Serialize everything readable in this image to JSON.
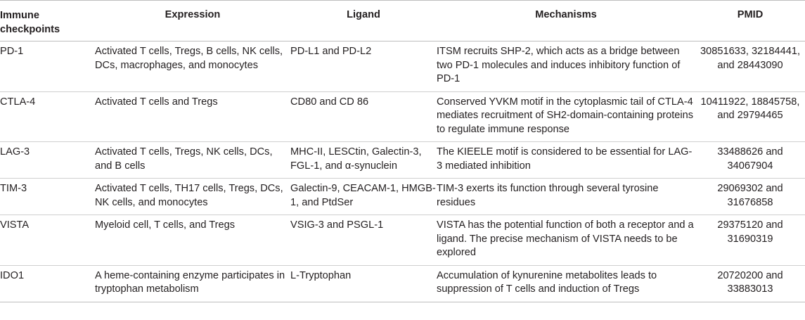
{
  "table": {
    "headers": [
      "Immune checkpoints",
      "Expression",
      "Ligand",
      "Mechanisms",
      "PMID"
    ],
    "rows": [
      [
        "PD-1",
        "Activated T cells, Tregs, B cells, NK cells, DCs, macrophages, and monocytes",
        "PD-L1 and PD-L2",
        "ITSM recruits SHP-2, which acts as a bridge between two PD-1 molecules and induces inhibitory function of PD-1",
        "30851633, 32184441, and 28443090"
      ],
      [
        "CTLA-4",
        "Activated T cells and Tregs",
        "CD80 and CD 86",
        "Conserved YVKM motif in the cytoplasmic tail of CTLA-4 mediates recruitment of SH2-domain-containing proteins to regulate immune response",
        "10411922, 18845758, and 29794465"
      ],
      [
        "LAG-3",
        "Activated T cells, Tregs, NK cells, DCs, and B cells",
        "MHC-II, LESCtin, Galectin-3, FGL-1, and α-synuclein",
        "The KIEELE motif is considered to be essential for LAG-3 mediated inhibition",
        "33488626 and 34067904"
      ],
      [
        "TIM-3",
        "Activated T cells, TH17 cells, Tregs, DCs, NK cells, and monocytes",
        "Galectin-9, CEACAM-1, HMGB-1, and PtdSer",
        "TIM-3 exerts its function through several tyrosine residues",
        "29069302 and 31676858"
      ],
      [
        "VISTA",
        "Myeloid cell, T cells, and Tregs",
        "VSIG-3 and PSGL-1",
        "VISTA has the potential function of both a receptor and a ligand. The precise mechanism of VISTA needs to be explored",
        "29375120 and 31690319"
      ],
      [
        "IDO1",
        "A heme-containing enzyme participates in tryptophan metabolism",
        "L-Tryptophan",
        "Accumulation of kynurenine metabolites leads to suppression of T cells and induction of Tregs",
        "20720200 and 33883013"
      ]
    ]
  }
}
